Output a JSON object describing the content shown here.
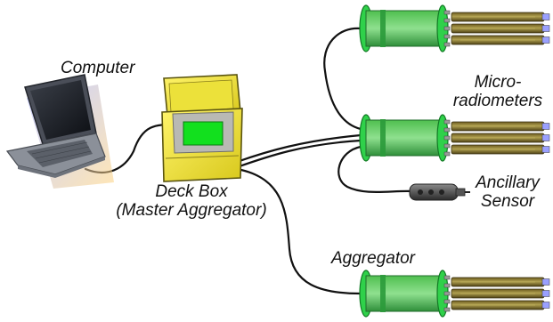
{
  "labels": {
    "computer": "Computer",
    "deck_box_line1": "Deck Box",
    "deck_box_line2": "(Master Aggregator)",
    "microradiometers_line1": "Micro-",
    "microradiometers_line2": "radiometers",
    "ancillary_line1": "Ancillary",
    "ancillary_line2": "Sensor",
    "aggregator": "Aggregator"
  },
  "colors": {
    "cable": "#111111",
    "aggregator_green": "#2fd14a",
    "deck_box_yellow": "#f2e638",
    "deck_box_panel": "#12e01e",
    "sensor_tube": "#8a7a2a"
  },
  "components": [
    {
      "name": "computer",
      "type": "laptop"
    },
    {
      "name": "deck-box",
      "type": "master-aggregator"
    },
    {
      "name": "aggregator-1",
      "sensors": 3
    },
    {
      "name": "aggregator-2",
      "sensors": 3
    },
    {
      "name": "aggregator-3",
      "sensors": 3
    },
    {
      "name": "ancillary-sensor",
      "type": "sensor"
    }
  ]
}
